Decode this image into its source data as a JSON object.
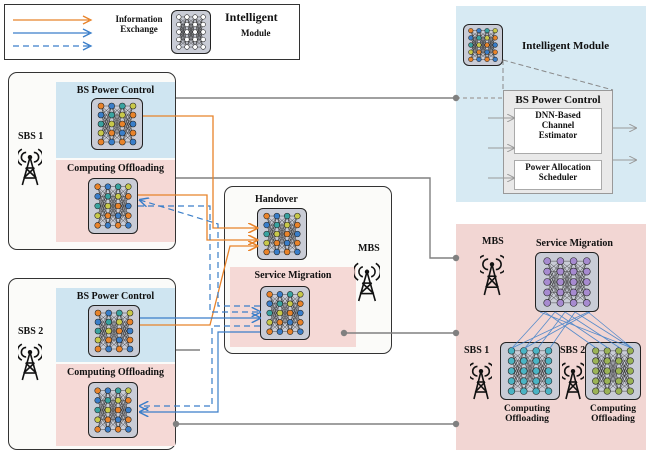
{
  "legend": {
    "info_line1": "Information",
    "info_line2": "Exchange",
    "intel_line1": "Intelligent",
    "intel_line2": "Module"
  },
  "sbs1": {
    "label": "SBS 1",
    "power_control": "BS Power Control",
    "computing_offloading": "Computing Offloading"
  },
  "sbs2": {
    "label": "SBS 2",
    "power_control": "BS Power Control",
    "computing_offloading": "Computing Offloading"
  },
  "mbs_center": {
    "label": "MBS",
    "handover": "Handover",
    "service_migration": "Service Migration"
  },
  "intelligent_panel": {
    "title": "Intelligent Module",
    "power_control_title": "BS Power Control",
    "estimator_line1": "DNN-Based",
    "estimator_line2": "Channel",
    "estimator_line3": "Estimator",
    "scheduler_line1": "Power Allocation",
    "scheduler_line2": "Scheduler"
  },
  "migration_panel": {
    "mbs_label": "MBS",
    "service_migration": "Service Migration",
    "sbs1_label": "SBS 1",
    "sbs2_label": "SBS 2",
    "left_line1": "Computing",
    "left_line2": "Offloading",
    "right_line1": "Computing",
    "right_line2": "Offloading"
  },
  "colors": {
    "orange_link": "#e8832a",
    "blue_link": "#3a7ec9",
    "gray_link": "#808080",
    "blue_section": "#cfe5f1",
    "pink_section": "#f5d9d6",
    "panel_blue": "#d7eaf3",
    "panel_pink": "#f2d6d3"
  }
}
